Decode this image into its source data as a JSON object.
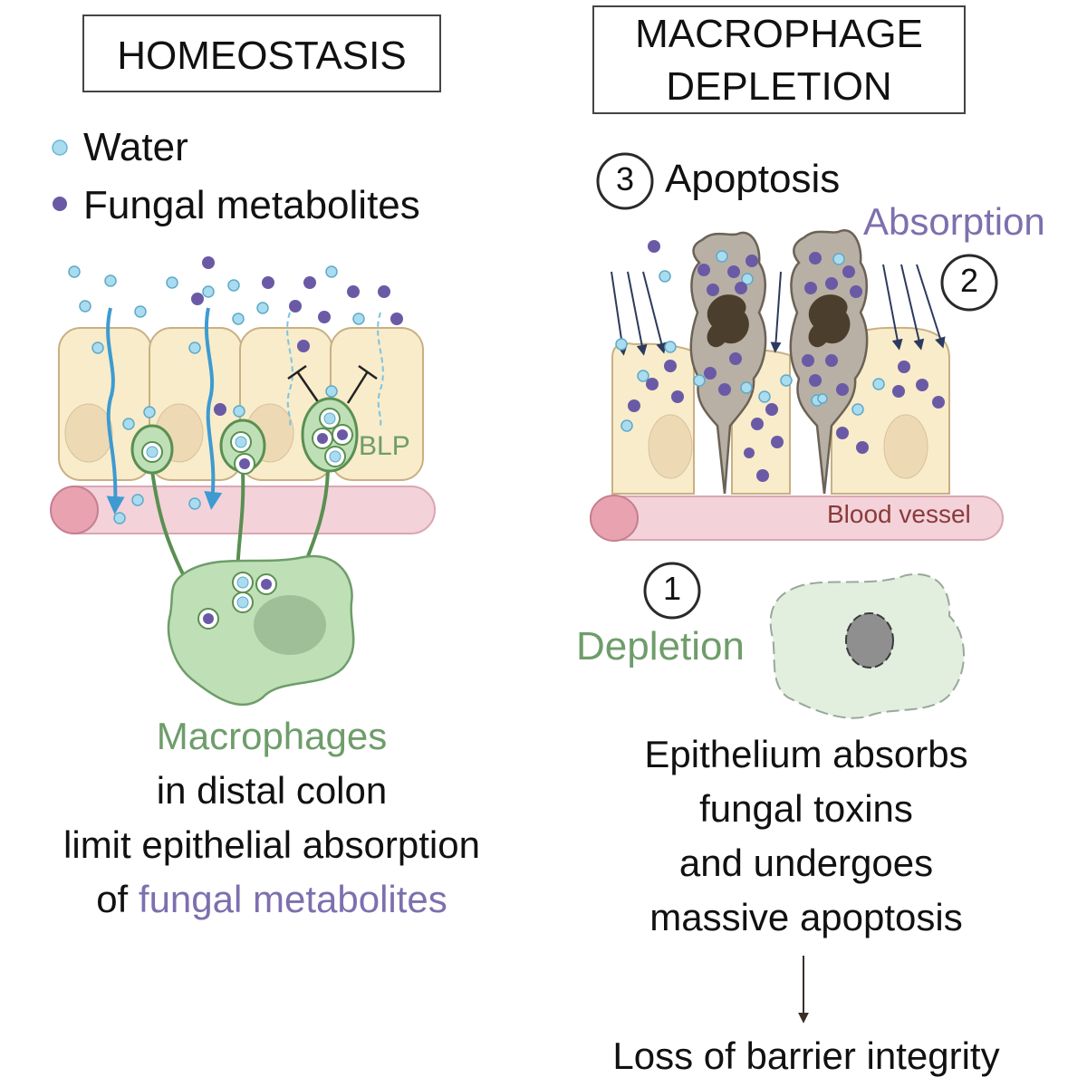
{
  "left": {
    "title": "HOMEOSTASIS",
    "legend_water": "Water",
    "legend_fungal": "Fungal metabolites",
    "blp_label": "BLP",
    "caption_green": "Macrophages",
    "caption_line2": "in distal colon",
    "caption_line3": "limit epithelial absorption",
    "caption_line4_prefix": "of ",
    "caption_line4_purple": "fungal metabolites"
  },
  "right": {
    "title_line1": "MACROPHAGE",
    "title_line2": "DEPLETION",
    "step3_number": "3",
    "step3_label": "Apoptosis",
    "step2_number": "2",
    "step2_label": "Absorption",
    "step1_number": "1",
    "step1_label": "Depletion",
    "vessel_label": "Blood vessel",
    "caption_line1": "Epithelium absorbs",
    "caption_line2": "fungal toxins",
    "caption_line3": "and undergoes",
    "caption_line4": "massive apoptosis",
    "outcome": "Loss of barrier integrity"
  },
  "colors": {
    "water": "#a9dcef",
    "fungal": "#6a5aa6",
    "macrophage_green": "#6e9d6a",
    "absorption_purple": "#7e6fae",
    "epithelium": "#f8ecca",
    "vessel": "#f3d2da"
  }
}
